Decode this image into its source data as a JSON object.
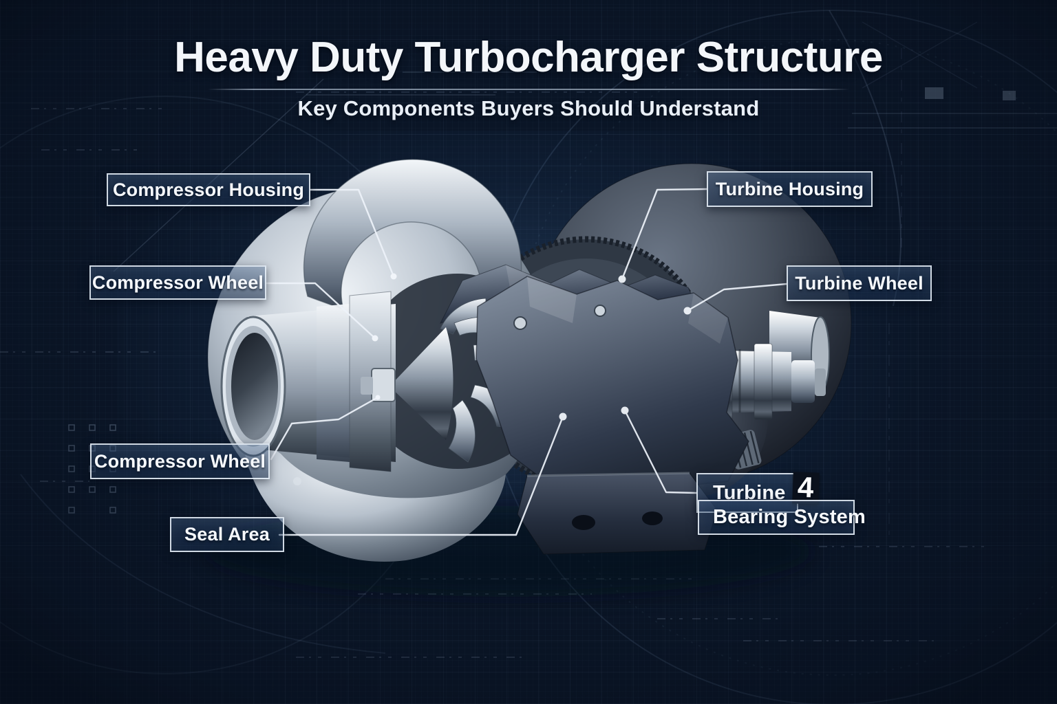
{
  "header": {
    "title": "Heavy Duty Turbocharger Structure",
    "subtitle": "Key Components Buyers Should Understand"
  },
  "labels": {
    "compressor_housing": "Compressor Housing",
    "compressor_wheel_upper": "Compressor Wheel",
    "compressor_wheel_lower": "Compressor Wheel",
    "seal_area": "Seal Area",
    "turbine_housing": "Turbine Housing",
    "turbine_wheel": "Turbine Wheel",
    "turbine_bearing_line1": "Turbine",
    "turbine_bearing_badge": "4",
    "turbine_bearing_line2": "Bearing System"
  },
  "illustration": {
    "subject": "turbocharger-cutaway",
    "parts": [
      "compressor-housing",
      "inlet-pipe",
      "compressor-wheel",
      "shaft-assembly",
      "bearing-housing",
      "seal-area",
      "turbine-wheel",
      "turbine-housing",
      "outlet-stub",
      "mounting-base"
    ]
  },
  "colors": {
    "background_navy": "#1a3153",
    "label_border": "#eaf2fb",
    "text_white": "#f3f6fa",
    "steel_light": "#e8edf2",
    "steel_dark": "#232c3d",
    "badge_dark": "#0b111c",
    "leader_line": "#eef3fa"
  }
}
